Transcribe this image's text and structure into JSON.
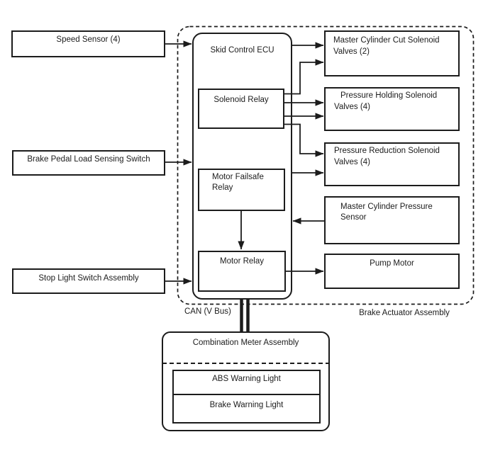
{
  "diagram": {
    "type": "block-diagram",
    "subject": "ABS / skid control system wiring overview",
    "colors": {
      "line": "#1c1c1c",
      "background": "#ffffff"
    },
    "nodes": {
      "speed_sensor": "Speed Sensor (4)",
      "brake_pedal_load_sensing_switch": "Brake Pedal Load Sensing Switch",
      "stop_light_switch_assembly": "Stop Light Switch Assembly",
      "skid_control_ecu": "Skid Control ECU",
      "solenoid_relay": "Solenoid Relay",
      "motor_failsafe_relay": "Motor Failsafe Relay",
      "motor_relay": "Motor Relay",
      "master_cylinder_cut_solenoid_valves": "Master Cylinder Cut Solenoid Valves (2)",
      "pressure_holding_solenoid_valves": "Pressure Holding Solenoid Valves (4)",
      "pressure_reduction_solenoid_valves": "Pressure Reduction Solenoid Valves (4)",
      "master_cylinder_pressure_sensor": "Master Cylinder Pressure Sensor",
      "pump_motor": "Pump Motor",
      "combination_meter_assembly": "Combination Meter Assembly",
      "abs_warning_light": "ABS Warning Light",
      "brake_warning_light": "Brake Warning Light"
    },
    "labels": {
      "can_bus": "CAN (V Bus)",
      "brake_actuator_assembly": "Brake Actuator Assembly"
    },
    "connections": [
      {
        "from": "speed_sensor",
        "to": "skid_control_ecu"
      },
      {
        "from": "brake_pedal_load_sensing_switch",
        "to": "skid_control_ecu"
      },
      {
        "from": "stop_light_switch_assembly",
        "to": "skid_control_ecu"
      },
      {
        "from": "skid_control_ecu",
        "to": "master_cylinder_cut_solenoid_valves"
      },
      {
        "from": "solenoid_relay",
        "to": "master_cylinder_cut_solenoid_valves"
      },
      {
        "from": "solenoid_relay",
        "to": "pressure_holding_solenoid_valves"
      },
      {
        "from": "solenoid_relay",
        "to": "pressure_holding_solenoid_valves"
      },
      {
        "from": "solenoid_relay",
        "to": "pressure_reduction_solenoid_valves"
      },
      {
        "from": "skid_control_ecu",
        "to": "pressure_reduction_solenoid_valves"
      },
      {
        "from": "master_cylinder_pressure_sensor",
        "to": "skid_control_ecu"
      },
      {
        "from": "motor_failsafe_relay",
        "to": "motor_relay"
      },
      {
        "from": "motor_relay",
        "to": "pump_motor"
      },
      {
        "from": "skid_control_ecu",
        "to": "combination_meter_assembly",
        "via": "CAN (V Bus)"
      }
    ]
  }
}
